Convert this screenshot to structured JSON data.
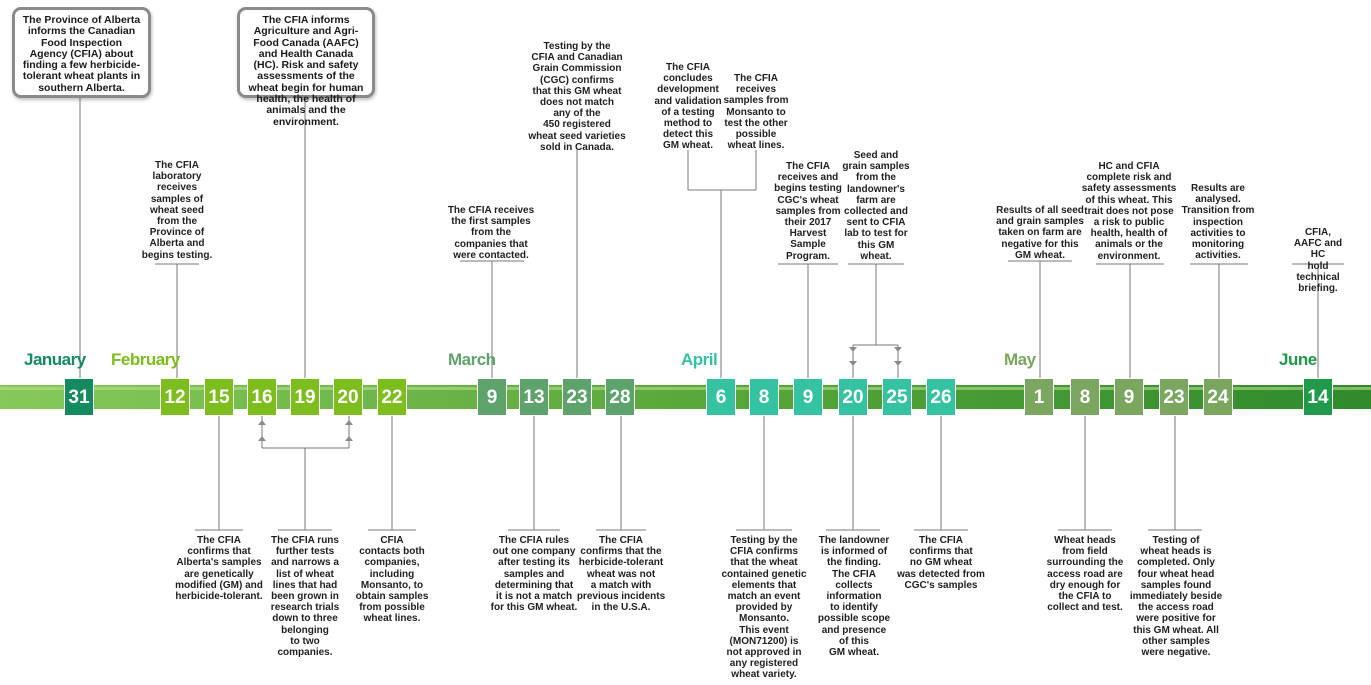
{
  "colors": {
    "bar_light": "#7cc14a",
    "bar_dark": "#3a9235",
    "january": "#138a60",
    "february": "#7dbd1e",
    "march": "#5ea36b",
    "april": "#35c2a0",
    "may": "#7aa660",
    "june": "#21994a",
    "note_line": "#777777"
  },
  "months": [
    {
      "label": "January",
      "color": "#138a60"
    },
    {
      "label": "February",
      "color": "#7dbd1e"
    },
    {
      "label": "March",
      "color": "#5ea36b"
    },
    {
      "label": "April",
      "color": "#35c2a0"
    },
    {
      "label": "May",
      "color": "#7aa660"
    },
    {
      "label": "June",
      "color": "#21994a"
    }
  ],
  "days": [
    {
      "label": "31",
      "month": "January"
    },
    {
      "label": "12",
      "month": "February"
    },
    {
      "label": "15",
      "month": "February"
    },
    {
      "label": "16",
      "month": "February"
    },
    {
      "label": "19",
      "month": "February"
    },
    {
      "label": "20",
      "month": "February"
    },
    {
      "label": "22",
      "month": "February"
    },
    {
      "label": "9",
      "month": "March"
    },
    {
      "label": "13",
      "month": "March"
    },
    {
      "label": "23",
      "month": "March"
    },
    {
      "label": "28",
      "month": "March"
    },
    {
      "label": "6",
      "month": "April"
    },
    {
      "label": "8",
      "month": "April"
    },
    {
      "label": "9",
      "month": "April"
    },
    {
      "label": "20",
      "month": "April"
    },
    {
      "label": "25",
      "month": "April"
    },
    {
      "label": "26",
      "month": "April"
    },
    {
      "label": "1",
      "month": "May"
    },
    {
      "label": "8",
      "month": "May"
    },
    {
      "label": "9",
      "month": "May"
    },
    {
      "label": "23",
      "month": "May"
    },
    {
      "label": "24",
      "month": "May"
    },
    {
      "label": "14",
      "month": "June"
    }
  ],
  "boxes": [
    {
      "text": "The Province of Alberta informs the Canadian Food Inspection Agency (CFIA) about finding a few herbicide-tolerant wheat plants in southern Alberta."
    },
    {
      "text": "The CFIA informs Agriculture and Agri-Food Canada (AAFC) and Health Canada (HC). Risk and safety assessments of the wheat begin for human health, the health of animals and the environment."
    }
  ],
  "notes": [
    {
      "text": "The CFIA\nlaboratory\nreceives\nsamples of\nwheat seed\nfrom the\nProvince of\nAlberta and\nbegins testing."
    },
    {
      "text": "Testing by the\nCFIA and Canadian\nGrain Commission\n(CGC) confirms\nthat this GM wheat\ndoes not match\nany of the\n450 registered\nwheat seed varieties\nsold in Canada."
    },
    {
      "text": "The CFIA receives\nthe first samples\nfrom the\ncompanies that\nwere contacted."
    },
    {
      "text": "The CFIA\nconcludes\ndevelopment\nand validation\nof a testing\nmethod to\ndetect this\nGM wheat."
    },
    {
      "text": "The CFIA\nreceives\nsamples from\nMonsanto to\ntest the other\npossible\nwheat lines."
    },
    {
      "text": "The CFIA\nreceives and\nbegins testing\nCGC's wheat\nsamples from\ntheir 2017\nHarvest\nSample\nProgram."
    },
    {
      "text": "Seed and\ngrain samples\nfrom the\nlandowner's\nfarm are\ncollected and\nsent to CFIA\nlab to test for\nthis GM\nwheat."
    },
    {
      "text": "Results of all seed\nand grain samples\ntaken on farm are\nnegative for this\nGM wheat."
    },
    {
      "text": "HC and CFIA\ncomplete risk and\nsafety assessments\nof this wheat. This\ntrait does not pose\na risk to public\nhealth, health of\nanimals or the\nenvironment."
    },
    {
      "text": "Results are\nanalysed.\nTransition from\ninspection\nactivities to\nmonitoring\nactivities."
    },
    {
      "text": "CFIA, AAFC and HC\nhold technical\nbriefing."
    },
    {
      "text": "The CFIA\nconfirms that\nAlberta's samples\nare genetically\nmodified (GM) and\nherbicide-tolerant."
    },
    {
      "text": "The CFIA runs\nfurther tests\nand narrows a\nlist of wheat\nlines that had\nbeen grown in\nresearch trials\ndown to three\nbelonging\nto two\ncompanies."
    },
    {
      "text": "CFIA\ncontacts both\ncompanies,\nincluding\nMonsanto, to\nobtain samples\nfrom possible\nwheat lines."
    },
    {
      "text": "The CFIA rules\nout one company\nafter testing its\nsamples and\ndetermining that\nit is not a match\nfor this GM wheat."
    },
    {
      "text": "The CFIA\nconfirms that the\nherbicide-tolerant\nwheat was not\na match with\nprevious incidents\nin the U.S.A."
    },
    {
      "text": "Testing by the\nCFIA confirms\nthat the wheat\ncontained genetic\nelements that\nmatch an event\nprovided by\nMonsanto.\nThis event\n(MON71200) is\nnot approved in\nany registered\nwheat variety."
    },
    {
      "text": "The landowner\nis informed of\nthe finding.\nThe CFIA\ncollects\ninformation\nto identify\npossible scope\nand presence\nof this\nGM wheat."
    },
    {
      "text": "The CFIA\nconfirms that\nno GM wheat\nwas detected from\nCGC's samples"
    },
    {
      "text": "Wheat heads\nfrom field\nsurrounding the\naccess road are\ndry enough for\nthe CFIA to\ncollect and test."
    },
    {
      "text": "Testing of\nwheat heads is\ncompleted. Only\nfour wheat head\nsamples found\nimmediately beside\nthe access road\nwere positive for\nthis GM wheat. All\nother samples\nwere negative."
    }
  ]
}
